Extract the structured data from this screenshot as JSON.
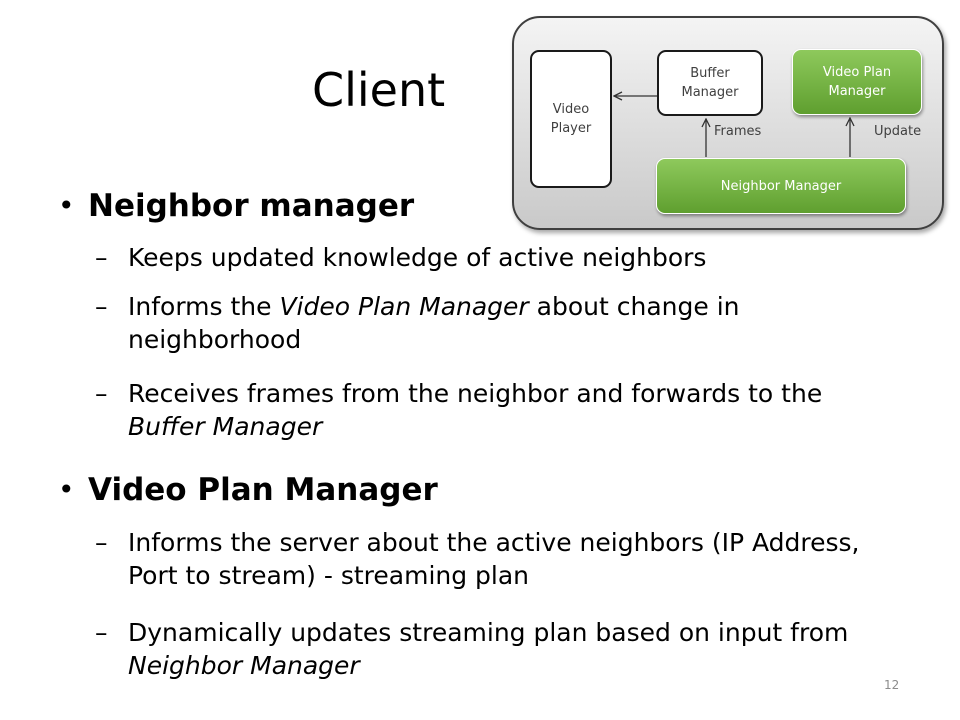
{
  "slide": {
    "title": "Client",
    "page_number": "12"
  },
  "diagram": {
    "video_player": "Video Player",
    "buffer_manager": "Buffer Manager",
    "video_plan_manager": "Video Plan Manager",
    "neighbor_manager": "Neighbor Manager",
    "frames_label": "Frames",
    "update_label": "Update",
    "colors": {
      "green": "#6aab3c",
      "container": "#d6d6d6"
    }
  },
  "bullets": [
    {
      "heading": "Neighbor manager",
      "sub": [
        {
          "parts": [
            {
              "text": "Keeps updated knowledge of active neighbors",
              "italic": false
            }
          ]
        },
        {
          "parts": [
            {
              "text": "Informs the ",
              "italic": false
            },
            {
              "text": "Video Plan Manager",
              "italic": true
            },
            {
              "text": " about change in neighborhood",
              "italic": false
            }
          ]
        },
        {
          "parts": [
            {
              "text": "Receives frames from the neighbor and forwards to the ",
              "italic": false
            },
            {
              "text": "Buffer Manager",
              "italic": true
            }
          ]
        }
      ]
    },
    {
      "heading": "Video Plan Manager",
      "sub": [
        {
          "parts": [
            {
              "text": "Informs the server about the active neighbors (IP Address, Port to stream) - streaming plan",
              "italic": false
            }
          ]
        },
        {
          "parts": [
            {
              "text": "Dynamically updates streaming plan based on input from ",
              "italic": false
            },
            {
              "text": "Neighbor Manager",
              "italic": true
            }
          ]
        }
      ]
    }
  ]
}
